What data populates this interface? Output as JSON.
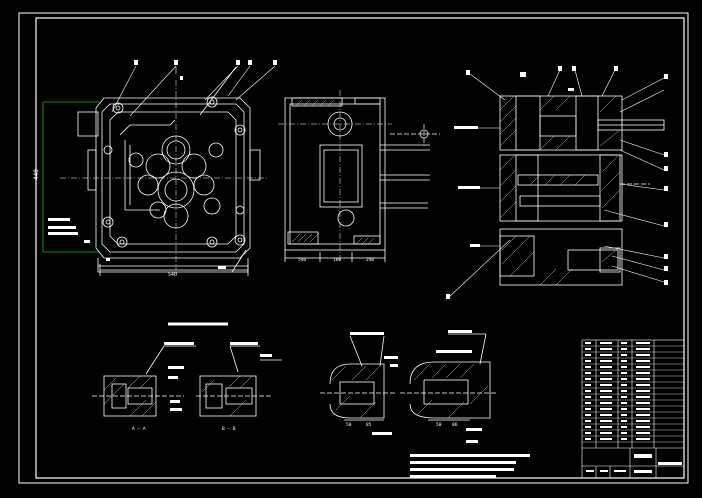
{
  "viewport": {
    "background": "#000000"
  },
  "colors": {
    "line": "#ffffff",
    "dim_accent": "#00c000",
    "hatch": "#c8c8c8",
    "text_blur": "#ffffff"
  },
  "labels": {
    "height_dim": "440",
    "width_dim": "540",
    "dim_b1": "540",
    "dim_b2": "160",
    "dim_b3": "240",
    "sec_a": "A — A",
    "sec_b": "B — B",
    "sec_c_dim1": "50",
    "sec_c_dim2": "85",
    "sec_d_dim1": "50",
    "sec_d_dim2": "86"
  }
}
